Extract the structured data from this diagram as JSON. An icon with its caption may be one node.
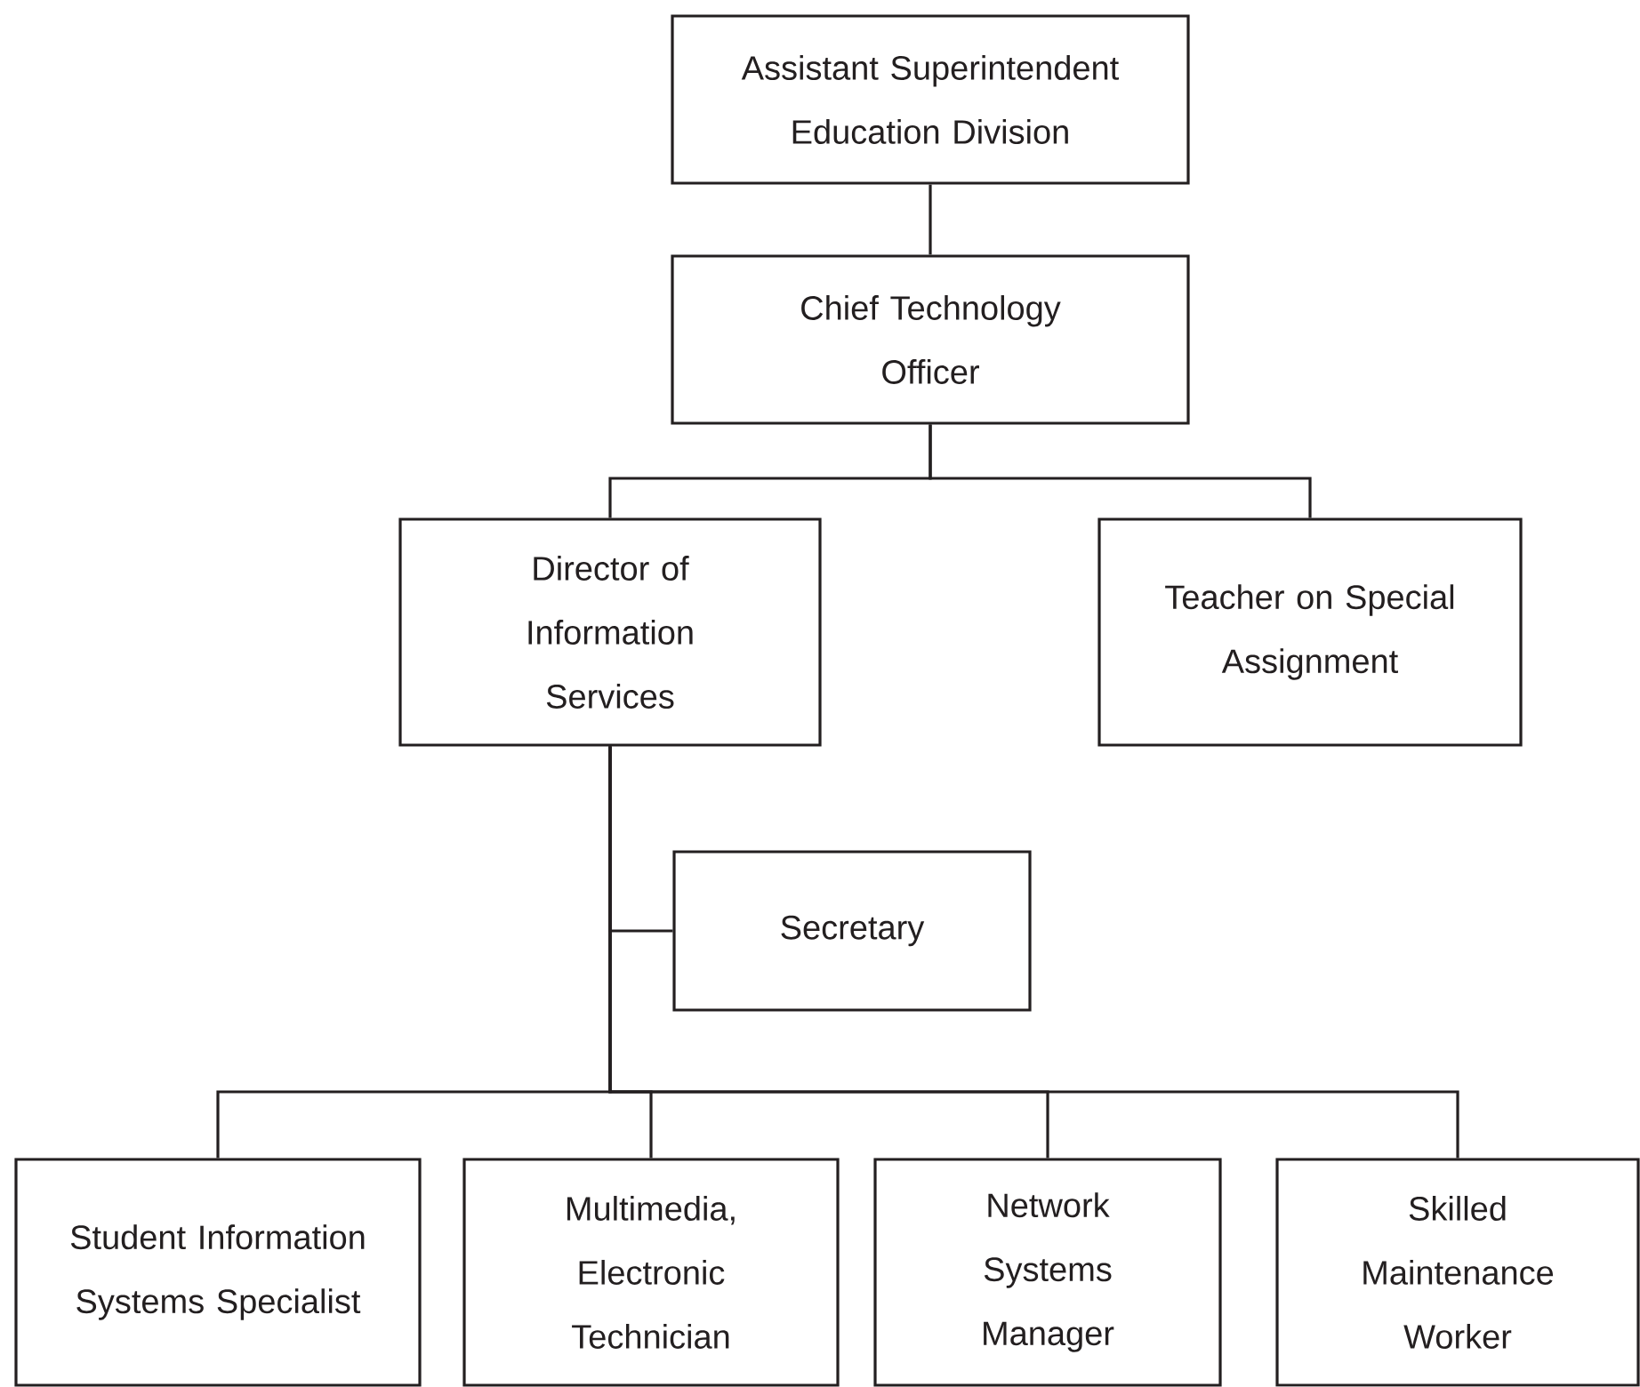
{
  "diagram": {
    "nodes": [
      {
        "text": [
          "Assistant Superintendent Education Division"
        ]
      },
      {
        "text": [
          "Chief Technology Officer"
        ]
      },
      {
        "text": [
          "Director of Information Services"
        ]
      },
      {
        "text": [
          "Teacher on Special Assignment"
        ]
      },
      {
        "text": [
          "Secretary"
        ]
      },
      {
        "text": [
          "Student Information Systems Specialist"
        ]
      },
      {
        "text": [
          "Multimedia, Electronic Technician"
        ]
      },
      {
        "text": [
          "Network Systems Manager"
        ]
      },
      {
        "text": [
          "Skilled Maintenance Worker"
        ]
      }
    ],
    "edges": [
      {
        "from": 0,
        "to": 1,
        "arrow": "none"
      },
      {
        "from": 1,
        "to": 2,
        "arrow": "none"
      },
      {
        "from": 1,
        "to": 3,
        "arrow": "none"
      },
      {
        "from": 2,
        "to": 4,
        "arrow": "none"
      },
      {
        "from": 2,
        "to": 5,
        "arrow": "none"
      },
      {
        "from": 2,
        "to": 6,
        "arrow": "none"
      },
      {
        "from": 2,
        "to": 7,
        "arrow": "none"
      },
      {
        "from": 2,
        "to": 8,
        "arrow": "none"
      }
    ]
  }
}
